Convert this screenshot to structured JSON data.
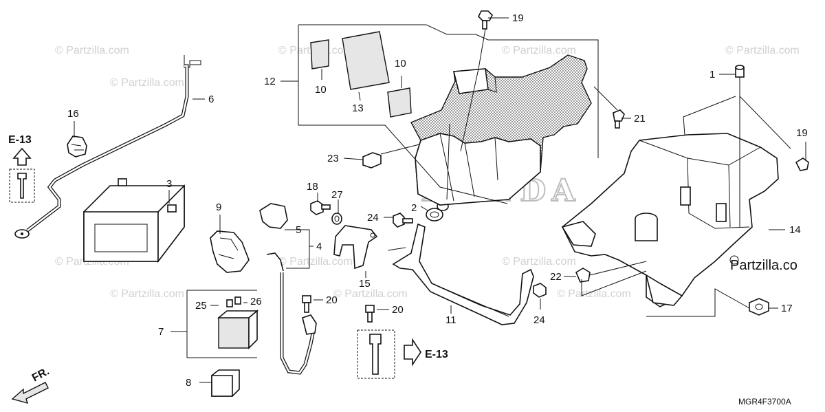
{
  "diagram": {
    "drawing_code": "MGR4F3700A",
    "brand_mark": "HONDA",
    "watermark": "© Partzilla.com",
    "watermark_short": "Partzilla.co",
    "direction_label": "FR.",
    "reference_label": "E-13",
    "callouts": {
      "c1": "1",
      "c2": "2",
      "c3": "3",
      "c4": "4",
      "c5": "5",
      "c6": "6",
      "c7": "7",
      "c8": "8",
      "c9": "9",
      "c10": "10",
      "c11": "11",
      "c12": "12",
      "c13": "13",
      "c14": "14",
      "c15": "15",
      "c16": "16",
      "c17": "17",
      "c18": "18",
      "c19": "19",
      "c20": "20",
      "c21": "21",
      "c22": "22",
      "c23": "23",
      "c24": "24",
      "c25": "25",
      "c26": "26",
      "c27": "27"
    }
  }
}
